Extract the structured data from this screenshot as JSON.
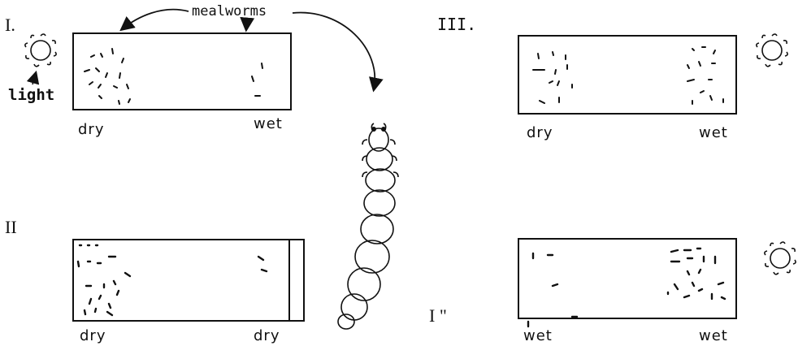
{
  "panels": {
    "p1": {
      "numeral": "I.",
      "left_label": "dry",
      "right_label": "wet"
    },
    "p2": {
      "numeral": "II",
      "left_label": "dry",
      "right_label": "dry"
    },
    "p3": {
      "numeral": "III.",
      "left_label": "dry",
      "right_label": "wet"
    },
    "p4": {
      "numeral": "I \"",
      "left_label": "wet",
      "right_label": "wet"
    }
  },
  "annotations": {
    "mealworms": "mealworms",
    "light": "light"
  },
  "icons": [
    "sun-icon",
    "mealworm-icon"
  ]
}
